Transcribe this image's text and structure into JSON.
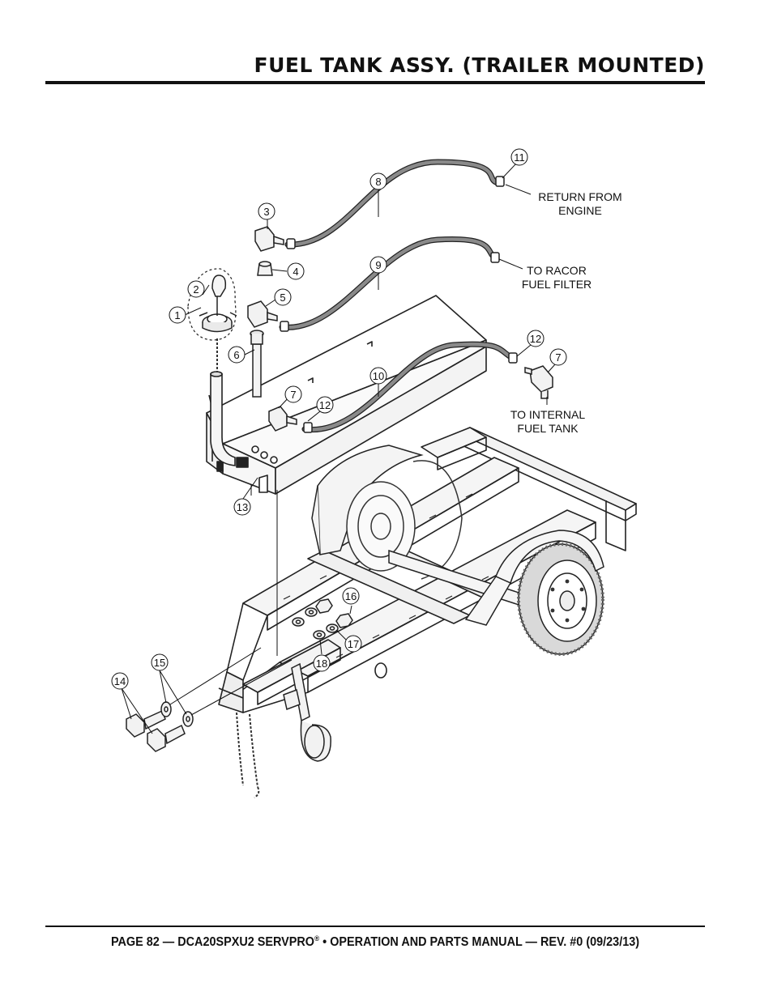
{
  "header": {
    "title": "FUEL TANK ASSY. (TRAILER MOUNTED)"
  },
  "footer": {
    "text_before": "PAGE 82 — DCA20SPXU2 SERVPRO",
    "registered_mark": "®",
    "text_after": " • OPERATION AND PARTS MANUAL — REV. #0 (09/23/13)"
  },
  "diagram": {
    "callouts": {
      "c1": "1",
      "c2": "2",
      "c3": "3",
      "c4": "4",
      "c5": "5",
      "c6": "6",
      "c7a": "7",
      "c7b": "7",
      "c8": "8",
      "c9": "9",
      "c10": "10",
      "c11": "11",
      "c12a": "12",
      "c12b": "12",
      "c13": "13",
      "c14": "14",
      "c15": "15",
      "c16": "16",
      "c17": "17",
      "c18": "18"
    },
    "notes": {
      "return_line1": "RETURN FROM",
      "return_line2": "ENGINE",
      "racor_line1": "TO RACOR",
      "racor_line2": "FUEL FILTER",
      "internal_line1": "TO INTERNAL",
      "internal_line2": "FUEL TANK"
    }
  }
}
